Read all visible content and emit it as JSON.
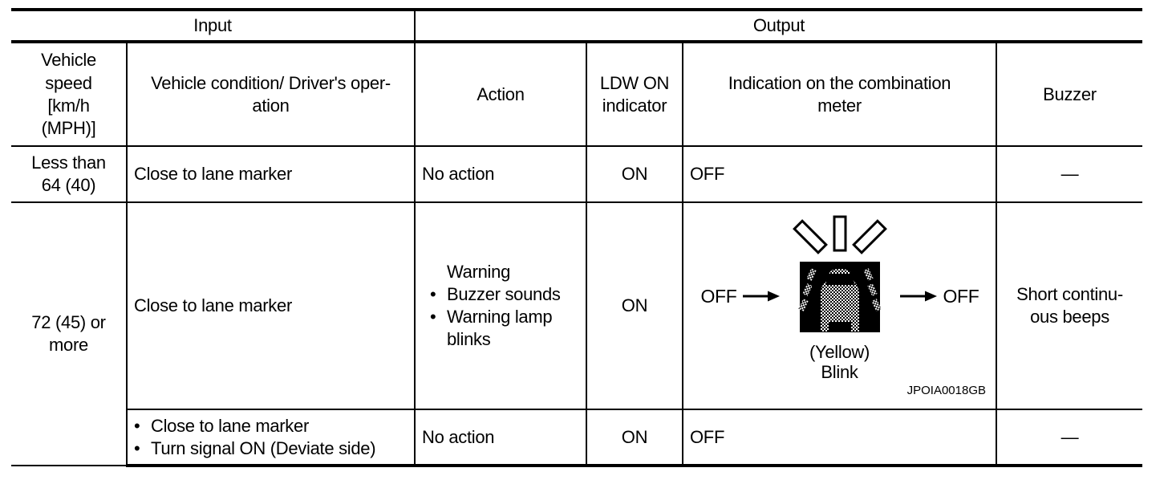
{
  "table": {
    "bullet_char": "•",
    "group_headers": {
      "input": "Input",
      "output": "Output"
    },
    "columns": {
      "vehicle_speed": "Vehicle\nspeed\n[km/h\n(MPH)]",
      "condition": "Vehicle condition/ Driver's oper-\nation",
      "action": "Action",
      "ldw_indicator": "LDW ON\nindicator",
      "meter_indication": "Indication on the combination\nmeter",
      "buzzer": "Buzzer"
    },
    "rows": {
      "row1": {
        "speed": "Less than\n64 (40)",
        "condition": "Close to lane marker",
        "action": "No action",
        "ldw": "ON",
        "meter": "OFF",
        "buzzer": "—"
      },
      "row2": {
        "speed": "72 (45) or\nmore",
        "condition": "Close to lane marker",
        "action_title": "Warning",
        "action_bullets": [
          "Buzzer sounds",
          "Warning lamp\nblinks"
        ],
        "ldw": "ON",
        "buzzer": "Short continu-\nous beeps",
        "meter_figure": {
          "left_label": "OFF",
          "right_label": "OFF",
          "caption": "(Yellow)\nBlink",
          "figure_code": "JPOIA0018GB",
          "lamp_color": "#000000",
          "icon": "lane-departure-warning-lamp-icon"
        }
      },
      "row3": {
        "condition_bullets": [
          "Close to lane marker",
          "Turn signal ON (Deviate side)"
        ],
        "action": "No action",
        "ldw": "ON",
        "meter": "OFF",
        "buzzer": "—"
      }
    }
  },
  "colors": {
    "border": "#000000",
    "background": "#ffffff",
    "text": "#000000",
    "lamp_background": "#000000"
  }
}
